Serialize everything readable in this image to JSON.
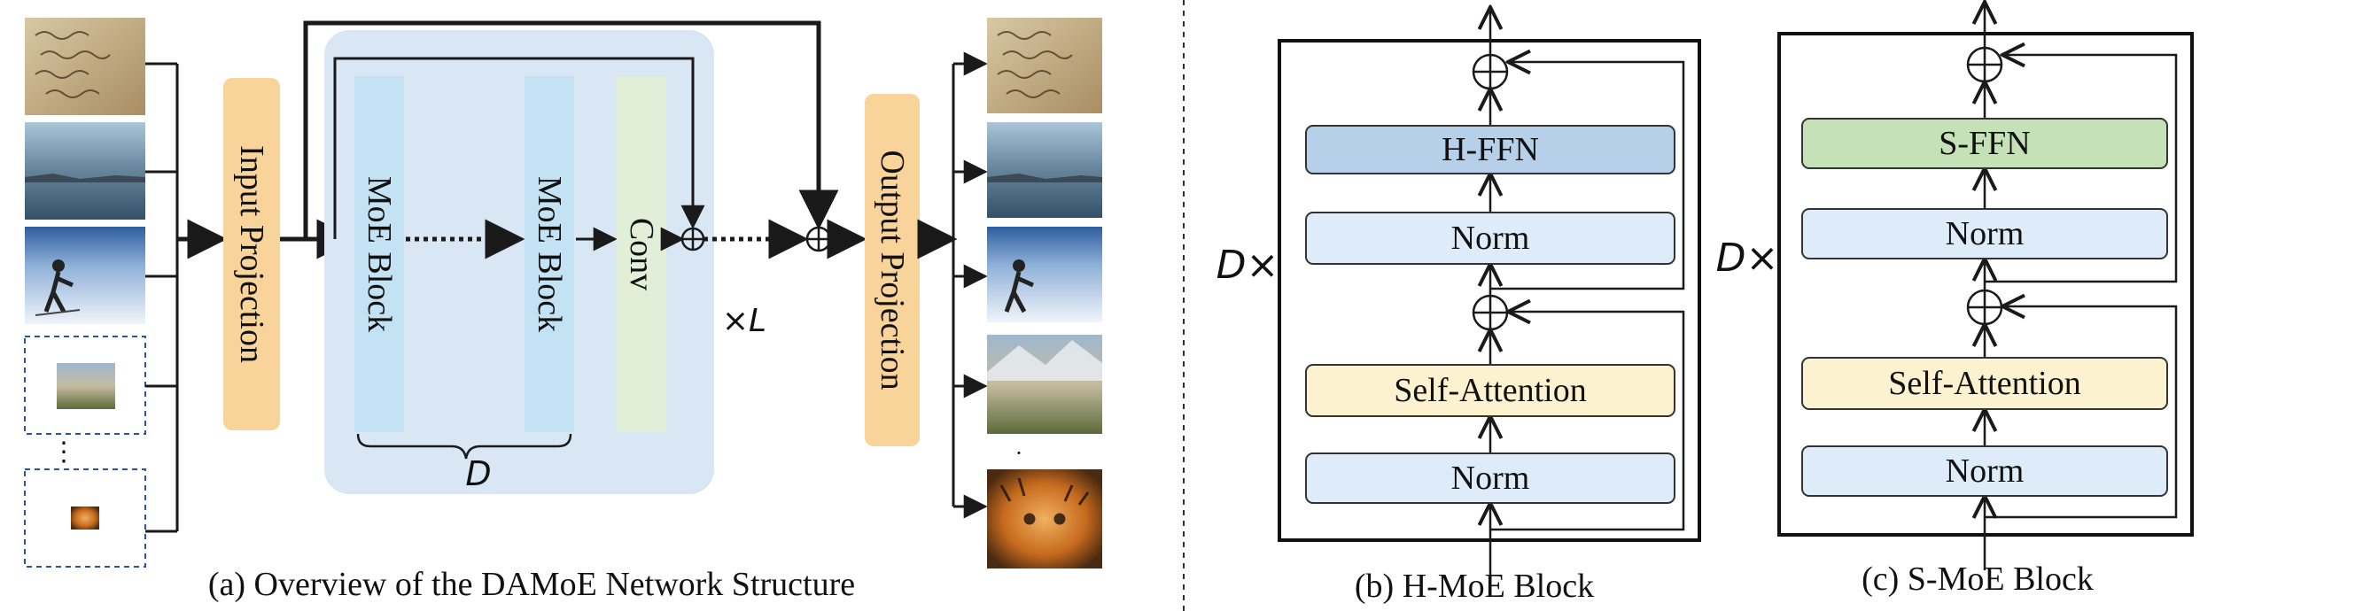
{
  "overview": {
    "caption": "(a) Overview of the DAMoE Network Structure",
    "input_projection": "Input Projection",
    "output_projection": "Output Projection",
    "moe_block_1": "MoE Block",
    "moe_block_2": "MoE Block",
    "conv": "Conv",
    "depth_label": "D",
    "repeat_label": "×L"
  },
  "h_moe": {
    "caption": "(b) H-MoE Block",
    "depth_label": "D×",
    "ffn": "H-FFN",
    "norm_top": "Norm",
    "attention": "Self-Attention",
    "norm_bottom": "Norm"
  },
  "s_moe": {
    "caption": "(c) S-MoE Block",
    "depth_label": "D×",
    "ffn": "S-FFN",
    "norm_top": "Norm",
    "attention": "Self-Attention",
    "norm_bottom": "Norm"
  },
  "colors": {
    "projection": "#f9d49a",
    "moe_block": "#c3e2f3",
    "conv": "#e2efd8",
    "panel": "#d9e7f5",
    "h_ffn": "#b7d0ea",
    "s_ffn": "#c5e1b7",
    "norm": "#ddecf8",
    "attention": "#fdf2cf",
    "input_border": "#2f4fb0"
  }
}
